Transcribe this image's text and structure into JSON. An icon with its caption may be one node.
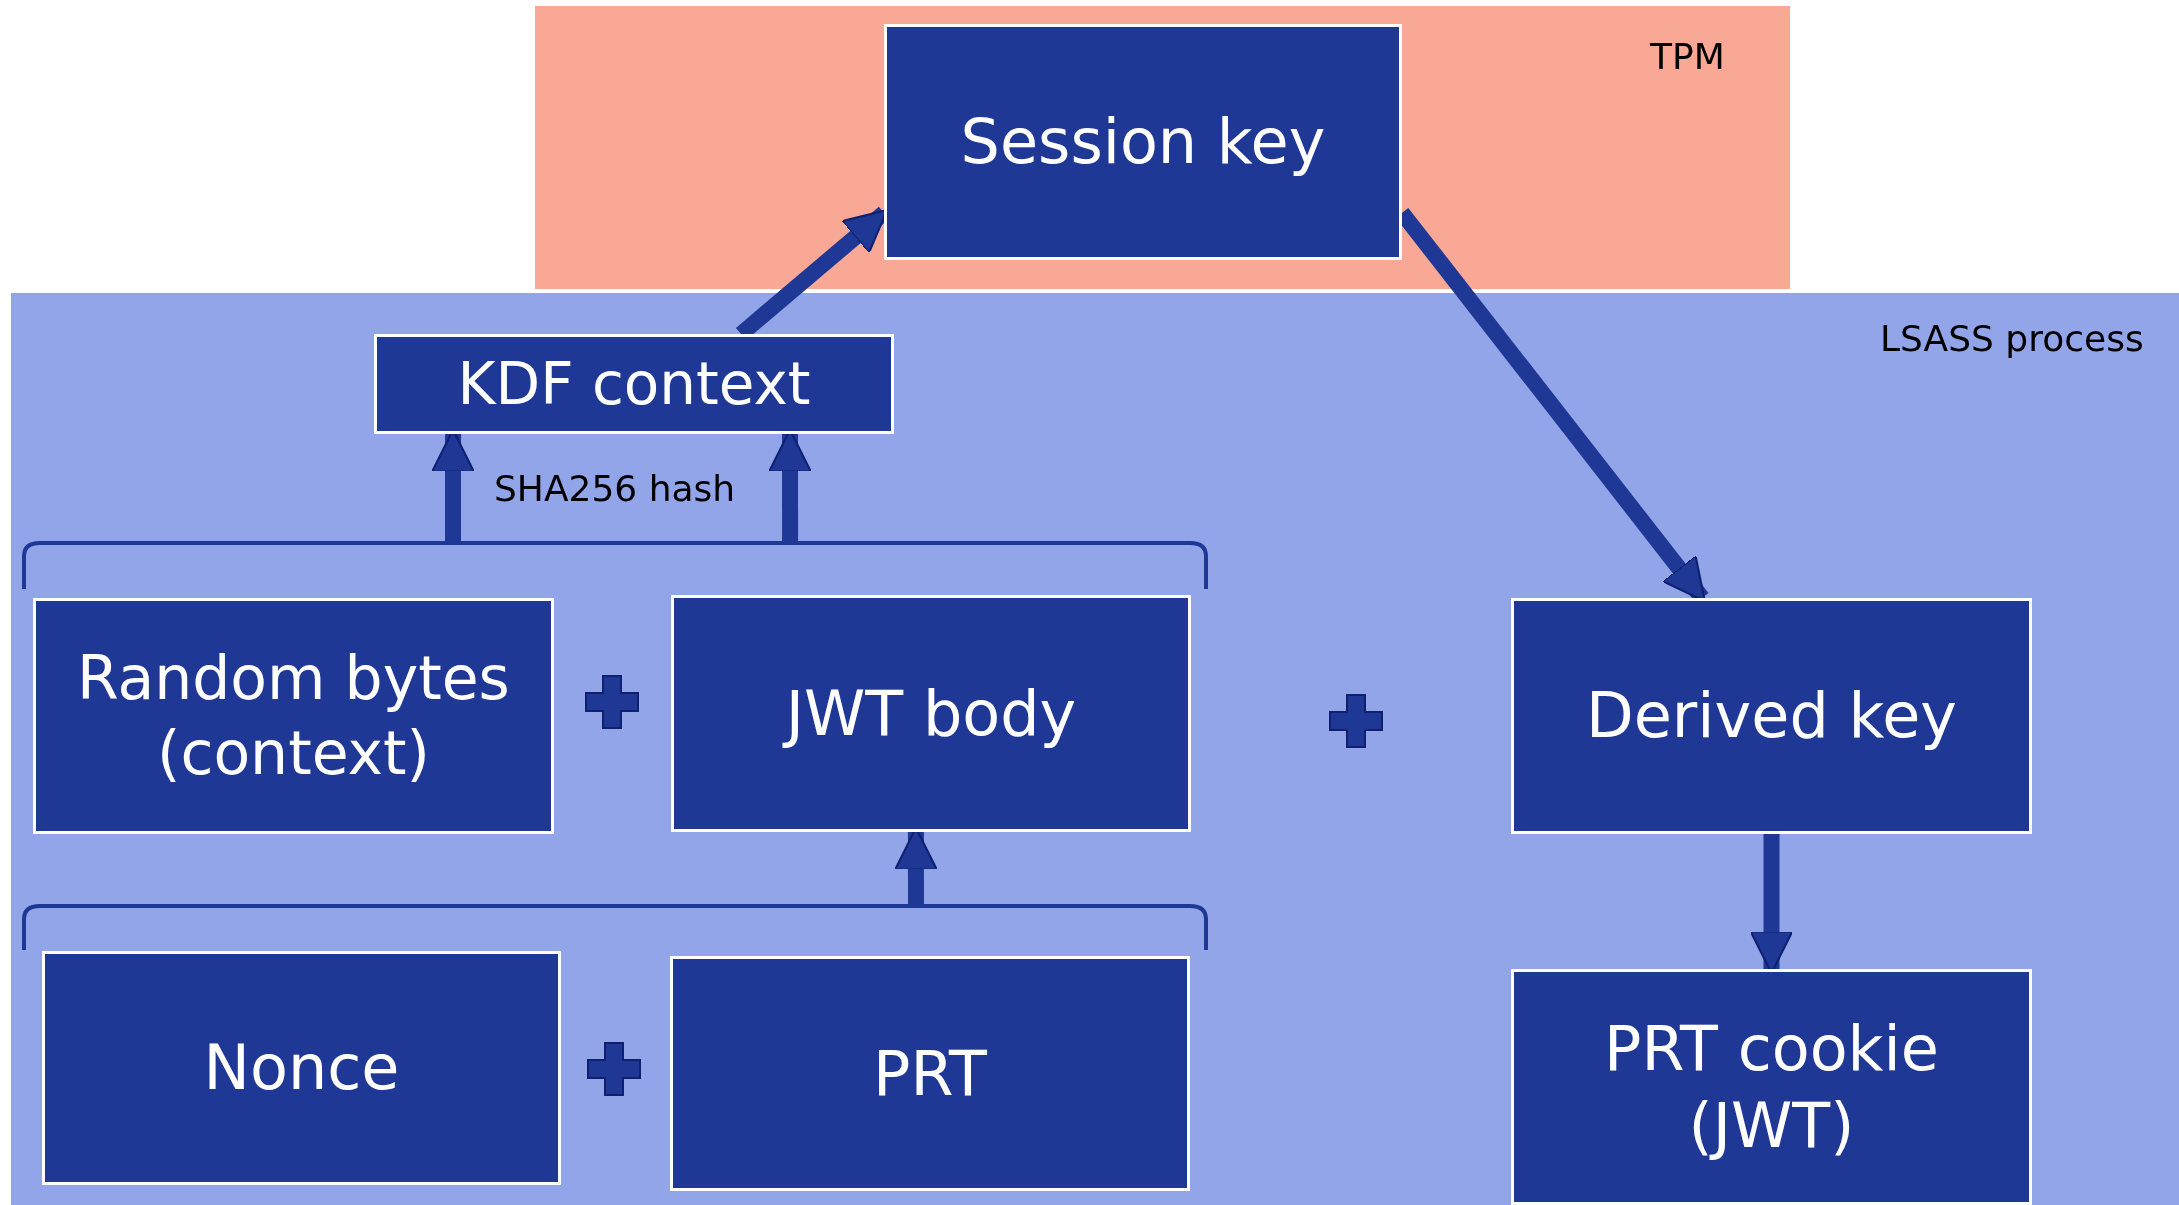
{
  "diagram": {
    "nodes": [
      {
        "text": [
          "TPM"
        ]
      },
      {
        "text": [
          "Session key"
        ],
        "in": 0
      },
      {
        "text": [
          "LSASS process"
        ]
      },
      {
        "text": [
          "KDF context"
        ],
        "in": 2
      },
      {
        "text": [
          "Random bytes (context)"
        ],
        "in": 2
      },
      {
        "text": [
          "JWT body"
        ],
        "in": 2
      },
      {
        "text": [
          "Derived key"
        ],
        "in": 2
      },
      {
        "text": [
          "Nonce"
        ],
        "in": 2
      },
      {
        "text": [
          "PRT"
        ],
        "in": 2
      },
      {
        "text": [
          "PRT cookie (JWT)"
        ],
        "in": 2
      },
      {
        "text": [],
        "shape": "bracket",
        "in": 2
      },
      {
        "text": [],
        "shape": "bracket",
        "in": 2
      }
    ],
    "edges": [
      {
        "from": 3,
        "to": 1,
        "arrow": "to"
      },
      {
        "from": 1,
        "to": 6,
        "arrow": "to"
      },
      {
        "from": 10,
        "to": 3,
        "arrow": "to"
      },
      {
        "from": 10,
        "to": 3,
        "arrow": "to"
      },
      {
        "from": 11,
        "to": 5,
        "arrow": "to"
      },
      {
        "from": 6,
        "to": 9,
        "arrow": "to"
      }
    ],
    "labels": [
      "SHA256 hash"
    ]
  }
}
